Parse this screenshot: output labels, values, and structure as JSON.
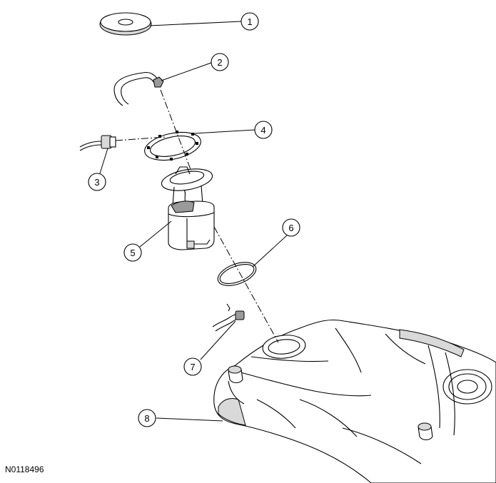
{
  "figure": {
    "reference_code": "N0118496",
    "callouts": [
      "1",
      "2",
      "3",
      "4",
      "5",
      "6",
      "7",
      "8"
    ]
  }
}
